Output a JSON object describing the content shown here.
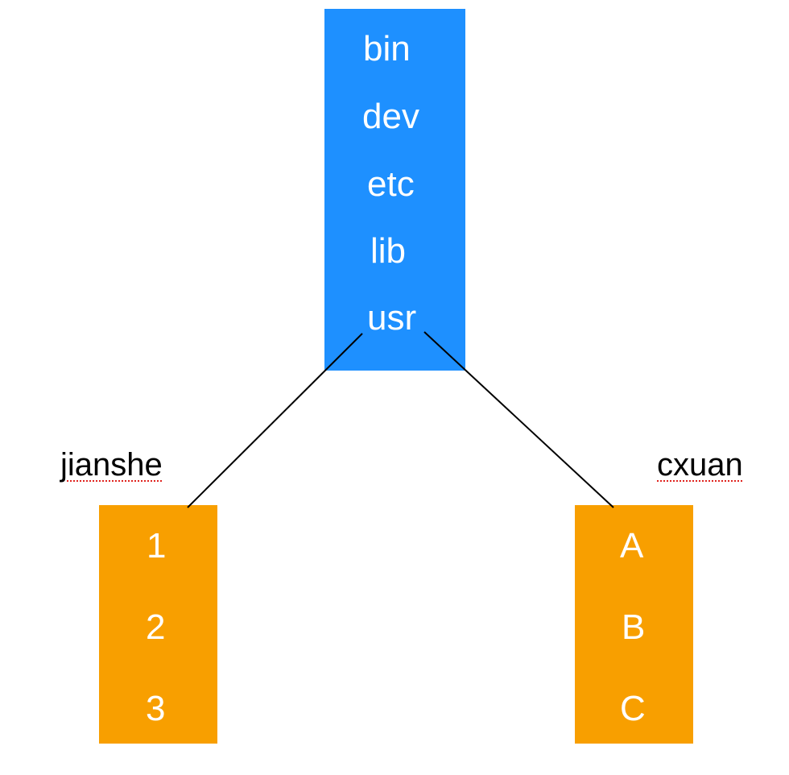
{
  "colors": {
    "root_fill": "#1e90ff",
    "child_fill": "#f89f00",
    "text_on_box": "#ffffff",
    "label_text": "#000000",
    "connector": "#000000",
    "spellcheck_underline": "#e0231e"
  },
  "root": {
    "items": [
      "bin",
      "dev",
      "etc",
      "lib",
      "usr"
    ]
  },
  "left_child": {
    "label": "jianshe",
    "items": [
      "1",
      "2",
      "3"
    ]
  },
  "right_child": {
    "label": "cxuan",
    "items": [
      "A",
      "B",
      "C"
    ]
  }
}
